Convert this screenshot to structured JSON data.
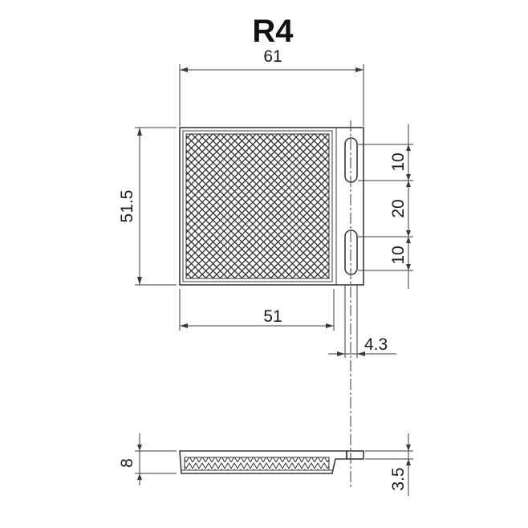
{
  "title": "R4",
  "dims": {
    "width_overall": "61",
    "height": "51.5",
    "width_reflector": "51",
    "slot_len_top": "10",
    "slot_spacing": "20",
    "slot_len_bottom": "10",
    "slot_width": "4.3",
    "thickness": "8",
    "flange": "3.5"
  },
  "colors": {
    "line": "#3a3a3a",
    "text": "#1a1a1a"
  },
  "views": [
    "front-view",
    "side-view"
  ]
}
